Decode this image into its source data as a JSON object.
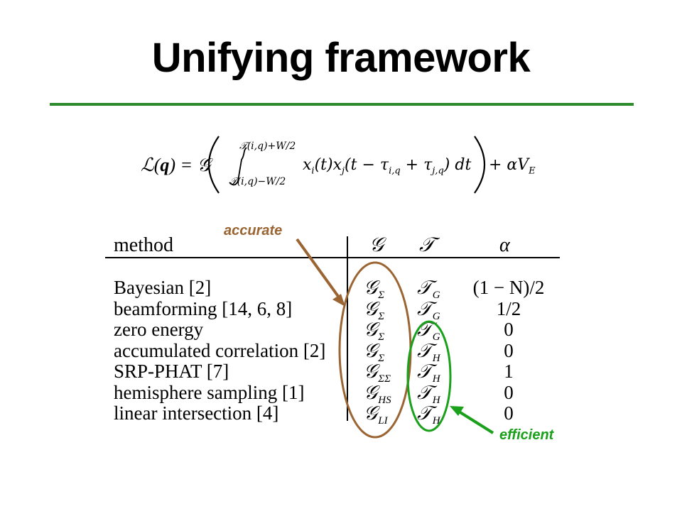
{
  "title": "Unifying framework",
  "equation": {
    "lhs": "ℒ(q) = 𝒢",
    "upper_limit": "𝒯(i,q)+W/2",
    "lower_limit": "𝒯(i,q)−W/2",
    "integrand": "x_i(t) x_j(t − τ_i,q + τ_j,q) dt",
    "tail": "+ αV_E"
  },
  "table": {
    "headers": [
      "method",
      "𝒢",
      "𝒯",
      "α"
    ],
    "rows": [
      {
        "method": "Bayesian [2]",
        "G": "𝒢",
        "G_sub": "Σ",
        "T": "𝒯",
        "T_sub": "G",
        "alpha": "(1 − N)/2"
      },
      {
        "method": "beamforming [14, 6, 8]",
        "G": "𝒢",
        "G_sub": "Σ",
        "T": "𝒯",
        "T_sub": "G",
        "alpha": "1/2"
      },
      {
        "method": "zero energy",
        "G": "𝒢",
        "G_sub": "Σ",
        "T": "𝒯",
        "T_sub": "G",
        "alpha": "0"
      },
      {
        "method": "accumulated correlation [2]",
        "G": "𝒢",
        "G_sub": "Σ",
        "T": "𝒯",
        "T_sub": "H",
        "alpha": "0"
      },
      {
        "method": "SRP-PHAT [7]",
        "G": "𝒢",
        "G_sub": "ΣΣ",
        "T": "𝒯",
        "T_sub": "H",
        "alpha": "1"
      },
      {
        "method": "hemisphere sampling [1]",
        "G": "𝒢",
        "G_sub": "HS",
        "T": "𝒯",
        "T_sub": "H",
        "alpha": "0"
      },
      {
        "method": "linear intersection [4]",
        "G": "𝒢",
        "G_sub": "LI",
        "T": "𝒯",
        "T_sub": "H",
        "alpha": "0"
      }
    ]
  },
  "callouts": {
    "accurate": {
      "label": "accurate",
      "color": "#9a6532"
    },
    "efficient": {
      "label": "efficient",
      "color": "#1aa01a"
    }
  },
  "colors": {
    "rule": "#2d8a2d"
  }
}
